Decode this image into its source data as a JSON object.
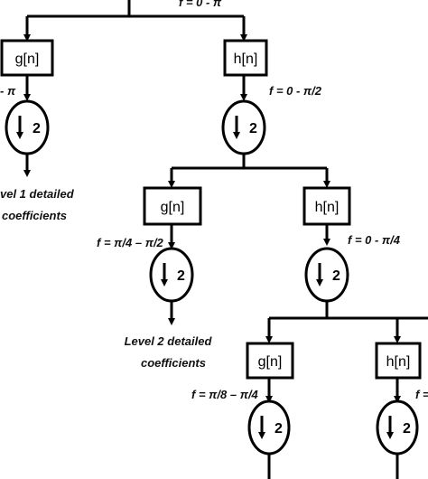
{
  "filters": {
    "g": "g[n]",
    "h": "h[n]"
  },
  "downsample": "2",
  "freq": {
    "top": "f = 0 - π",
    "g1": "- π",
    "h1": "f = 0 - π/2",
    "g2": "f = π/4 – π/2",
    "h2": "f = 0 - π/4",
    "g3": "f = π/8 – π/4",
    "h3": "f ="
  },
  "outputs": {
    "level1": [
      "vel 1 detailed",
      "coefficients"
    ],
    "level2": [
      "Level 2 detailed",
      "coefficients"
    ]
  }
}
